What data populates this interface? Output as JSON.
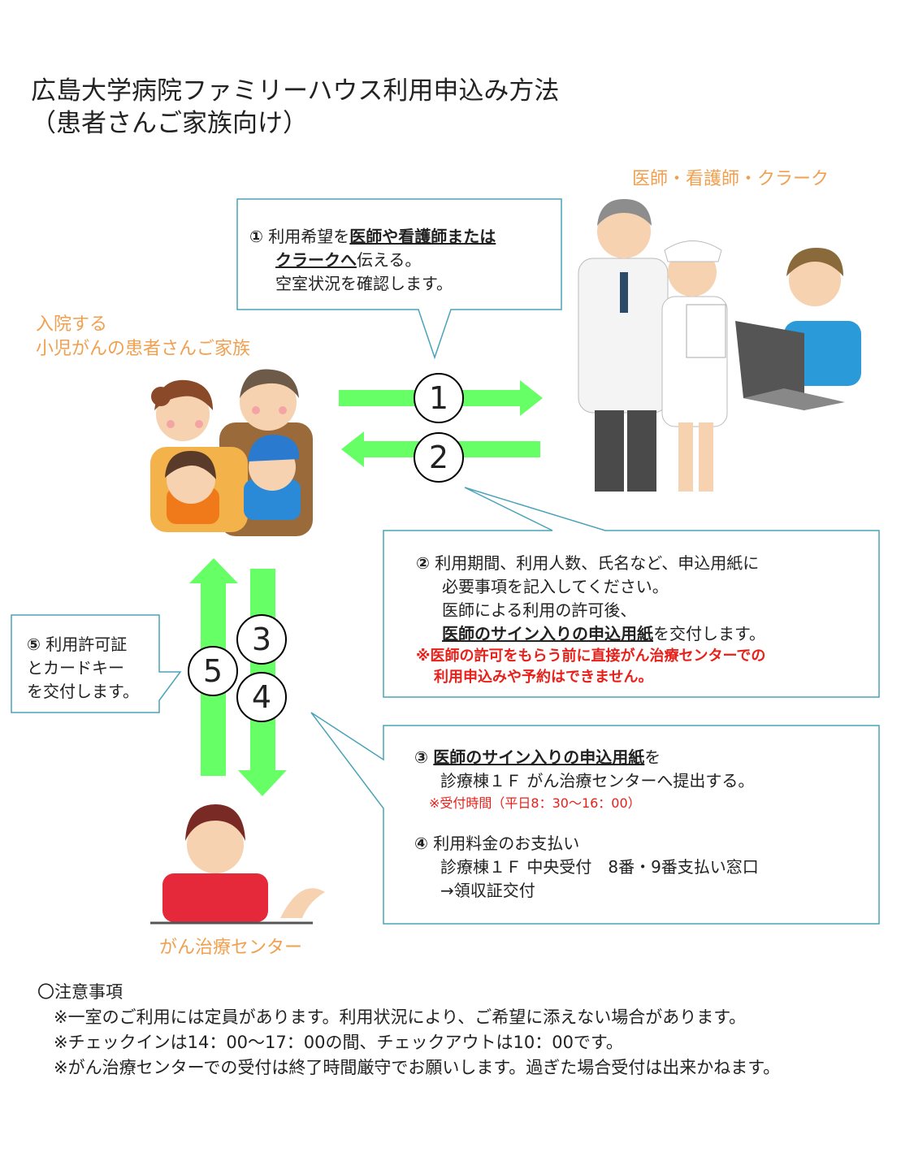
{
  "title": {
    "line1": "広島大学病院ファミリーハウス利用申込み方法",
    "line2": "（患者さんご家族向け）"
  },
  "labels": {
    "staff": "医師・看護師・クラーク",
    "family_line1": "入院する",
    "family_line2": "小児がんの患者さんご家族",
    "center": "がん治療センター"
  },
  "step_numbers": [
    "1",
    "2",
    "3",
    "4",
    "5"
  ],
  "box1": {
    "marker": "①",
    "l1_a": "利用希望を",
    "l1_b": "医師や看護師または",
    "l2_a": "クラークへ",
    "l2_b": "伝える。",
    "l3": "空室状況を確認します。"
  },
  "box2": {
    "marker": "②",
    "l1": "利用期間、利用人数、氏名など、申込用紙に",
    "l2": "必要事項を記入してください。",
    "l3": "医師による利用の許可後、",
    "l4_a": "医師のサイン入りの申込用紙",
    "l4_b": "を交付します。",
    "warn1": "※医師の許可をもらう前に直接がん治療センターでの",
    "warn2": "利用申込みや予約はできません。"
  },
  "box3": {
    "marker3": "③",
    "l1_a": "医師のサイン入りの申込用紙",
    "l1_b": "を",
    "l2": "診療棟１Ｆ がん治療センターへ提出する。",
    "note": "※受付時間（平日8：30～16：00）",
    "marker4": "④",
    "l3": "利用料金のお支払い",
    "l4": "診療棟１Ｆ 中央受付　8番・9番支払い窓口",
    "l5": "→領収証交付"
  },
  "box5": {
    "marker": "⑤",
    "l1": "利用許可証",
    "l2": "とカードキー",
    "l3": "を交付します。"
  },
  "notes": {
    "heading": "〇注意事項",
    "items": [
      "※一室のご利用には定員があります。利用状況により、ご希望に添えない場合があります。",
      "※チェックインは14：00～17：00の間、チェックアウトは10：00です。",
      "※がん治療センターでの受付は終了時間厳守でお願いします。過ぎた場合受付は出来かねます。"
    ]
  },
  "colors": {
    "arrow": "#66ff66",
    "box_border": "#4aa3b8",
    "label_orange": "#f0a050",
    "warning_red": "#e8201a"
  }
}
